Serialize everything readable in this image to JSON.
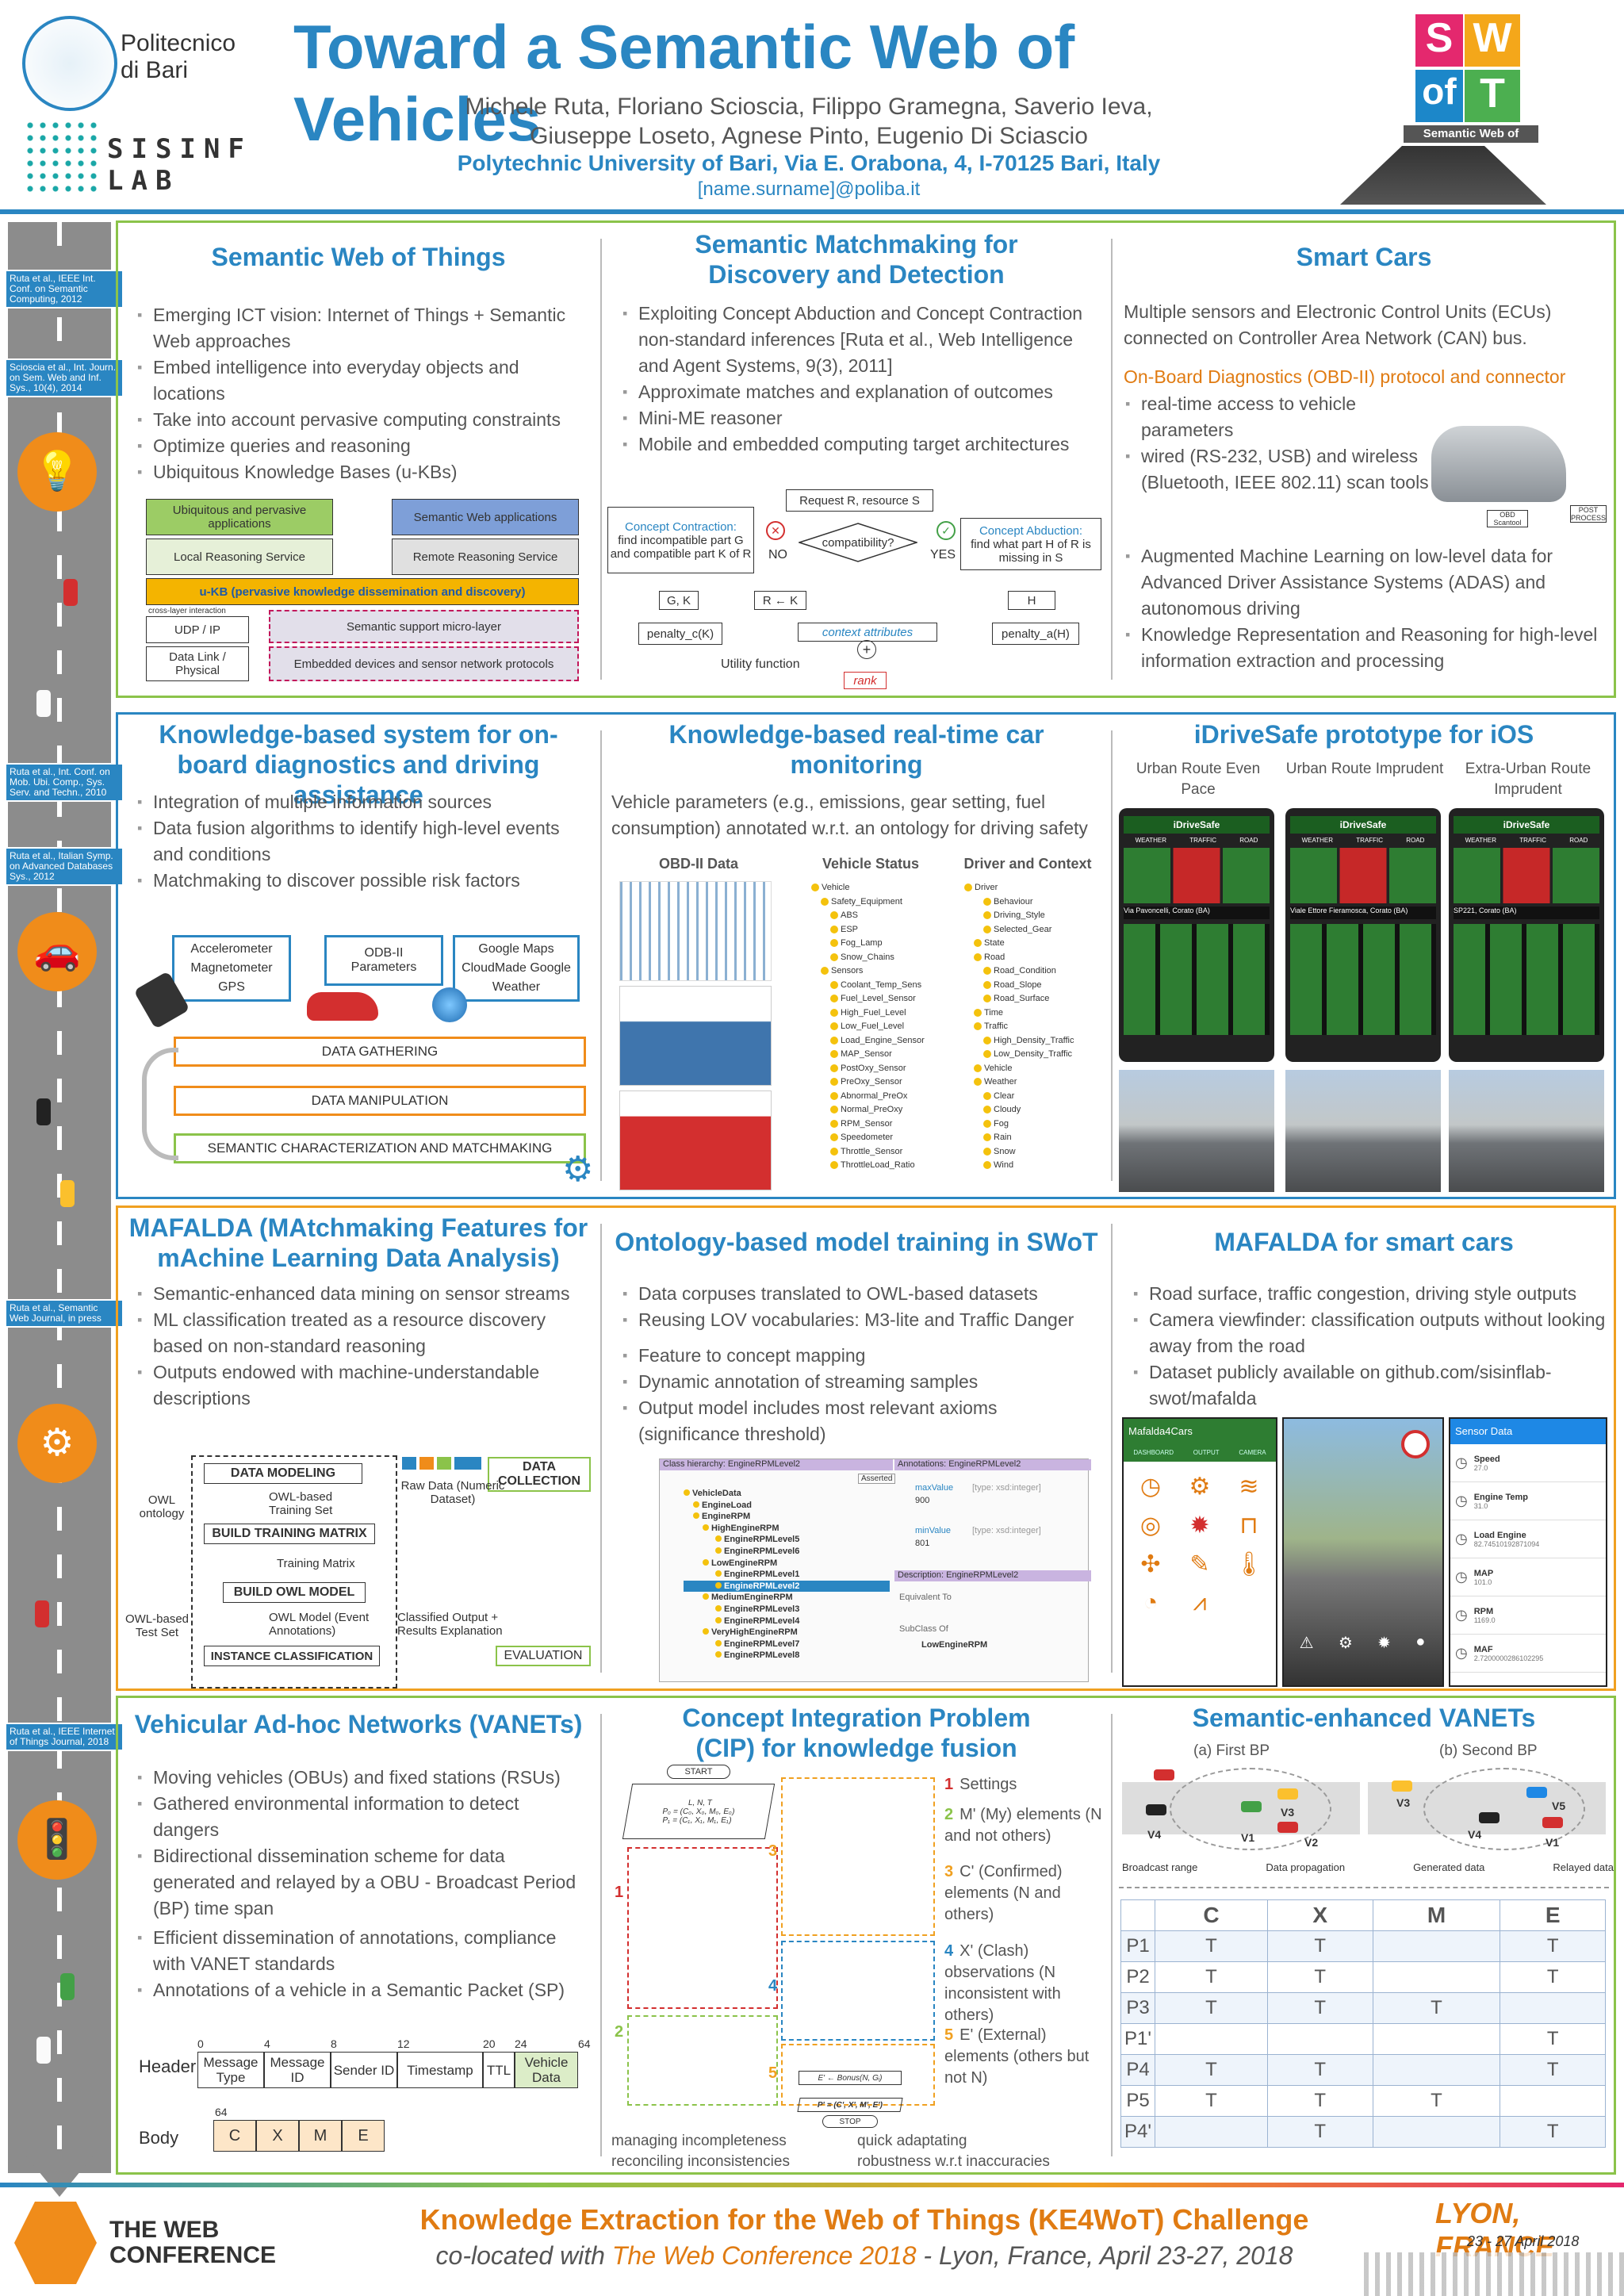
{
  "header": {
    "title": "Toward a Semantic Web of Vehicles",
    "authors_line1": "Michele Ruta, Floriano Scioscia, Filippo Gramegna, Saverio Ieva,",
    "authors_line2": "Giuseppe Loseto, Agnese Pinto, Eugenio Di Sciascio",
    "affiliation": "Polytechnic University of Bari, Via E. Orabona, 4, I-70125 Bari, Italy",
    "email": "[name.surname]@poliba.it",
    "poliba_logo_text": "Politecnico di Bari",
    "sisinf_logo_text": "SISINF LAB",
    "swot_logo_text": "Semantic Web of Things",
    "swot_letters": [
      "S",
      "W",
      "of",
      "T"
    ]
  },
  "timeline_refs": [
    "Ruta et al., IEEE Int. Conf. on Semantic Computing, 2012",
    "Scioscia et al., Int. Journ. on Sem. Web and Inf. Sys., 10(4), 2014",
    "Ruta et al., Int. Conf. on Mob. Ubi. Comp., Sys. Serv. and Techn., 2010",
    "Ruta et al., Italian Symp. on Advanced Databases Sys., 2012",
    "Ruta et al., Semantic Web Journal, in press",
    "Ruta et al., IEEE Internet of Things Journal, 2018"
  ],
  "row1": {
    "swot": {
      "title": "Semantic Web of Things",
      "bullets": [
        "Emerging ICT vision: Internet of Things + Semantic Web approaches",
        "Embed intelligence into everyday objects and locations",
        "Take into account pervasive computing constraints",
        "Optimize queries and reasoning",
        "Ubiquitous Knowledge Bases (u-KBs)"
      ],
      "diagram": {
        "ubiquitous": "Ubiquitous and pervasive applications",
        "semweb_apps": "Semantic Web applications",
        "local": "Local Reasoning Service",
        "remote": "Remote Reasoning Service",
        "ukb": "u-KB (pervasive knowledge dissemination and discovery)",
        "cross": "cross-layer interaction",
        "udp": "UDP / IP",
        "micro": "Semantic support micro-layer",
        "dll": "Data Link / Physical",
        "embedded": "Embedded devices and sensor network protocols"
      }
    },
    "matchmaking": {
      "title": "Semantic Matchmaking for Discovery and Detection",
      "bullets": [
        "Exploiting Concept Abduction and Concept Contraction non-standard inferences [Ruta et al., Web Intelligence and Agent Systems, 9(3), 2011]",
        "Approximate matches and explanation of outcomes",
        "Mini-ME reasoner",
        "Mobile and embedded computing target architectures"
      ],
      "diagram": {
        "request": "Request R, resource S",
        "contraction_title": "Concept Contraction:",
        "contraction_text": "find incompatible part G and compatible part K of R",
        "compat": "compatibility?",
        "no": "NO",
        "yes": "YES",
        "abduction_title": "Concept Abduction:",
        "abduction_text": "find what part H of R is missing in S",
        "gk": "G, K",
        "rk": "R ← K",
        "h": "H",
        "pen_c": "penalty_c(K)",
        "ctx": "context attributes",
        "pen_a": "penalty_a(H)",
        "util": "Utility function",
        "rank": "rank"
      }
    },
    "smartcars": {
      "title": "Smart Cars",
      "intro": "Multiple sensors and Electronic Control Units (ECUs) connected on Controller Area Network (CAN) bus.",
      "obd": "On-Board Diagnostics (OBD-II) protocol and connector",
      "bullets_a": [
        "real-time access to vehicle parameters",
        "wired (RS-232, USB) and wireless (Bluetooth, IEEE 802.11) scan tools"
      ],
      "obd_label": "OBD Scantool",
      "post_label": "POST PROCESS",
      "bullets_b": [
        "Augmented Machine Learning on low-level data for Advanced Driver Assistance Systems (ADAS) and autonomous driving",
        "Knowledge Representation and Reasoning for high-level information extraction and processing"
      ]
    }
  },
  "row2": {
    "kbs": {
      "title": "Knowledge-based system for on-board diagnostics and driving assistance",
      "bullets": [
        "Integration of multiple information sources",
        "Data fusion algorithms to identify high-level events and conditions",
        "Matchmaking to discover possible risk factors"
      ],
      "src1": "Accelerometer Magnetometer GPS",
      "src2": "ODB-II Parameters",
      "src3": "Google Maps CloudMade Google Weather",
      "step1": "DATA GATHERING",
      "step2": "DATA MANIPULATION",
      "step3": "SEMANTIC CHARACTERIZATION AND MATCHMAKING"
    },
    "monitoring": {
      "title": "Knowledge-based real-time car monitoring",
      "intro": "Vehicle parameters (e.g., emissions, gear setting, fuel consumption) annotated w.r.t. an ontology for driving safety",
      "col1": "OBD-II Data",
      "col2": "Vehicle Status",
      "col3": "Driver and Context",
      "tree_vehicle": [
        "Vehicle",
        "Safety_Equipment",
        "ABS",
        "ESP",
        "Fog_Lamp",
        "Snow_Chains",
        "Sensors",
        "Coolant_Temp_Sens",
        "Fuel_Level_Sensor",
        "High_Fuel_Level",
        "Low_Fuel_Level",
        "Load_Engine_Sensor",
        "MAP_Sensor",
        "PostOxy_Sensor",
        "PreOxy_Sensor",
        "Abnormal_PreOx",
        "Normal_PreOxy",
        "RPM_Sensor",
        "Speedometer",
        "Throttle_Sensor",
        "ThrottleLoad_Ratio"
      ],
      "tree_driver": [
        "Driver",
        "Behaviour",
        "Driving_Style",
        "Selected_Gear",
        "State",
        "Road",
        "Road_Condition",
        "Road_Slope",
        "Road_Surface",
        "Time",
        "Traffic",
        "High_Density_Traffic",
        "Low_Density_Traffic",
        "Vehicle",
        "Weather",
        "Clear",
        "Cloudy",
        "Fog",
        "Rain",
        "Snow",
        "Wind"
      ]
    },
    "idrivesafe": {
      "title": "iDriveSafe prototype for iOS",
      "phones": [
        {
          "cap": "Urban Route Even Pace",
          "street": "Via Pavoncelli, Corato (BA)"
        },
        {
          "cap": "Urban Route Imprudent",
          "street": "Viale Ettore Fieramosca, Corato (BA)"
        },
        {
          "cap": "Extra-Urban Route Imprudent",
          "street": "SP221, Corato (BA)"
        }
      ],
      "app_name": "iDriveSafe",
      "panel_labels": [
        "WEATHER",
        "TRAFFIC",
        "ROAD"
      ]
    }
  },
  "row3": {
    "mafalda": {
      "title": "MAFALDA (MAtchmaking Features for mAchine Learning Data Analysis)",
      "bullets": [
        "Semantic-enhanced data mining on sensor streams",
        "ML classification treated as a resource discovery based on non-standard reasoning",
        "Outputs endowed with machine-understandable descriptions"
      ],
      "diag": {
        "data_modeling": "DATA MODELING",
        "data_collection": "DATA COLLECTION",
        "owl_ontology": "OWL ontology",
        "owl_training": "OWL-based Training Set",
        "raw_data": "Raw Data (Numeric Dataset)",
        "build_training": "BUILD TRAINING MATRIX",
        "training_matrix": "Training Matrix",
        "build_owl": "BUILD OWL MODEL",
        "owl_model": "OWL Model (Event Annotations)",
        "owl_test": "OWL-based Test Set",
        "classified": "Classified Output + Results Explanation",
        "instance": "INSTANCE CLASSIFICATION",
        "evaluation": "EVALUATION"
      }
    },
    "training": {
      "title": "Ontology-based model training in SWoT",
      "bullets_a": [
        "Data corpuses translated to OWL-based datasets",
        "Reusing LOV vocabularies: M3-lite and Traffic Danger"
      ],
      "bullets_b": [
        "Feature to concept mapping",
        "Dynamic annotation of streaming samples",
        "Output model includes most relevant axioms (significance threshold)"
      ],
      "protege_hierarchy": "Class hierarchy: EngineRPMLevel2",
      "protege_annotations": "Annotations: EngineRPMLevel2",
      "protege_description": "Description: EngineRPMLevel2",
      "protege_tree": [
        "VehicleData",
        "EngineLoad",
        "EngineRPM",
        "HighEngineRPM",
        "EngineRPMLevel5",
        "EngineRPMLevel6",
        "LowEngineRPM",
        "EngineRPMLevel1",
        "EngineRPMLevel2",
        "MediumEngineRPM",
        "EngineRPMLevel3",
        "EngineRPMLevel4",
        "VeryHighEngineRPM",
        "EngineRPMLevel7",
        "EngineRPMLevel8"
      ],
      "max_label": "maxValue",
      "max_type": "[type: xsd:integer]",
      "max_val": "900",
      "min_label": "minValue",
      "min_type": "[type: xsd:integer]",
      "min_val": "801",
      "equiv": "Equivalent To",
      "subclass": "SubClass Of",
      "low": "LowEngineRPM",
      "asserted": "Asserted"
    },
    "mafalda_cars": {
      "title": "MAFALDA for smart cars",
      "bullets": [
        "Road surface, traffic congestion, driving style outputs",
        "Camera viewfinder: classification outputs without looking away from the road",
        "Dataset publicly available on github.com/sisinflab-swot/mafalda"
      ],
      "app1": "Mafalda4Cars",
      "app3": "Sensor Data",
      "sensor_rows": [
        {
          "name": "Speed",
          "val": "27.0"
        },
        {
          "name": "Engine Temp",
          "val": "31.0"
        },
        {
          "name": "Load Engine",
          "val": "82.74510192871094"
        },
        {
          "name": "MAP",
          "val": "101.0"
        },
        {
          "name": "RPM",
          "val": "1169.0"
        },
        {
          "name": "MAF",
          "val": "2.7200000286102295"
        }
      ],
      "tabs": [
        "DASHBOARD",
        "OUTPUT",
        "CAMERA"
      ]
    }
  },
  "row4": {
    "vanet": {
      "title": "Vehicular Ad-hoc Networks (VANETs)",
      "bullets_a": [
        "Moving vehicles (OBUs) and fixed stations (RSUs)",
        "Gathered environmental information to detect dangers",
        "Bidirectional dissemination scheme for data generated and relayed by a OBU - Broadcast Period (BP) time span"
      ],
      "bullets_b": [
        "Efficient dissemination of annotations, compliance with VANET standards",
        "Annotations of a vehicle in a Semantic Packet (SP)"
      ],
      "header_label": "Header",
      "body_label": "Body",
      "bit_marks": [
        "0",
        "4",
        "8",
        "12",
        "20",
        "24",
        "64"
      ],
      "header_fields": [
        "Message Type",
        "Message ID",
        "Sender ID",
        "Timestamp",
        "TTL",
        "Vehicle Data"
      ],
      "body_mark": "64",
      "body_fields": [
        "C",
        "X",
        "M",
        "E"
      ]
    },
    "cip": {
      "title": "Concept Integration Problem (CIP) for knowledge fusion",
      "steps": [
        {
          "n": "1",
          "t": "Settings"
        },
        {
          "n": "2",
          "t": "M' (My) elements (N and not others)"
        },
        {
          "n": "3",
          "t": "C' (Confirmed) elements (N and others)"
        },
        {
          "n": "4",
          "t": "X' (Clash) observations (N inconsistent with others)"
        },
        {
          "n": "5",
          "t": "E' (External) elements (others but not N)"
        }
      ],
      "bottom": [
        "managing incompleteness",
        "quick adaptating",
        "reconciling inconsistencies",
        "robustness w.r.t inaccuracies"
      ],
      "flow": {
        "start": "START",
        "stop": "STOP",
        "init1": "L, N, T",
        "p0": "P₀ = (C₀, X₀, M₀, E₀)",
        "p1": "P₁ = (C₁, X₁, M₁, E₁)",
        "final": "P' = (C', X', M', E')",
        "bonus": "E' ← Bonus(N, Gᵢ)"
      }
    },
    "svanet": {
      "title": "Semantic-enhanced VANETs",
      "first": "(a) First BP",
      "second": "(b) Second BP",
      "legend": [
        "Broadcast range",
        "Data propagation",
        "Generated data",
        "Relayed data"
      ],
      "vlabels": [
        "V1",
        "V2",
        "V3",
        "V4",
        "V5"
      ],
      "table_headers": [
        "C",
        "X",
        "M",
        "E"
      ],
      "table_rows": [
        {
          "p": "P1",
          "c": "T",
          "x": "T",
          "m": "",
          "e": "T"
        },
        {
          "p": "P2",
          "c": "T",
          "x": "T",
          "m": "",
          "e": "T"
        },
        {
          "p": "P3",
          "c": "T",
          "x": "T",
          "m": "T",
          "e": ""
        },
        {
          "p": "P1'",
          "c": "",
          "x": "",
          "m": "",
          "e": "T"
        },
        {
          "p": "P4",
          "c": "T",
          "x": "T",
          "m": "",
          "e": "T"
        },
        {
          "p": "P5",
          "c": "T",
          "x": "T",
          "m": "T",
          "e": ""
        },
        {
          "p": "P4'",
          "c": "",
          "x": "T",
          "m": "",
          "e": "T"
        }
      ]
    }
  },
  "footer": {
    "line1": "Knowledge Extraction for the Web of Things (KE4WoT) Challenge",
    "line2_pre": "co-located with ",
    "line2_conf": "The Web Conference 2018",
    "line2_post": " - Lyon, France, April 23-27, 2018",
    "webconf_logo": "THE WEB CONFERENCE",
    "lyon": "LYON, FRANCE",
    "lyon_dates": "23 - 27 April 2018"
  },
  "colors": {
    "accent_blue": "#2a86c2",
    "accent_orange": "#e07b12",
    "row1": "#8bc34a",
    "row2": "#2a86c2",
    "row3": "#f0a020",
    "row4": "#8bc34a"
  }
}
